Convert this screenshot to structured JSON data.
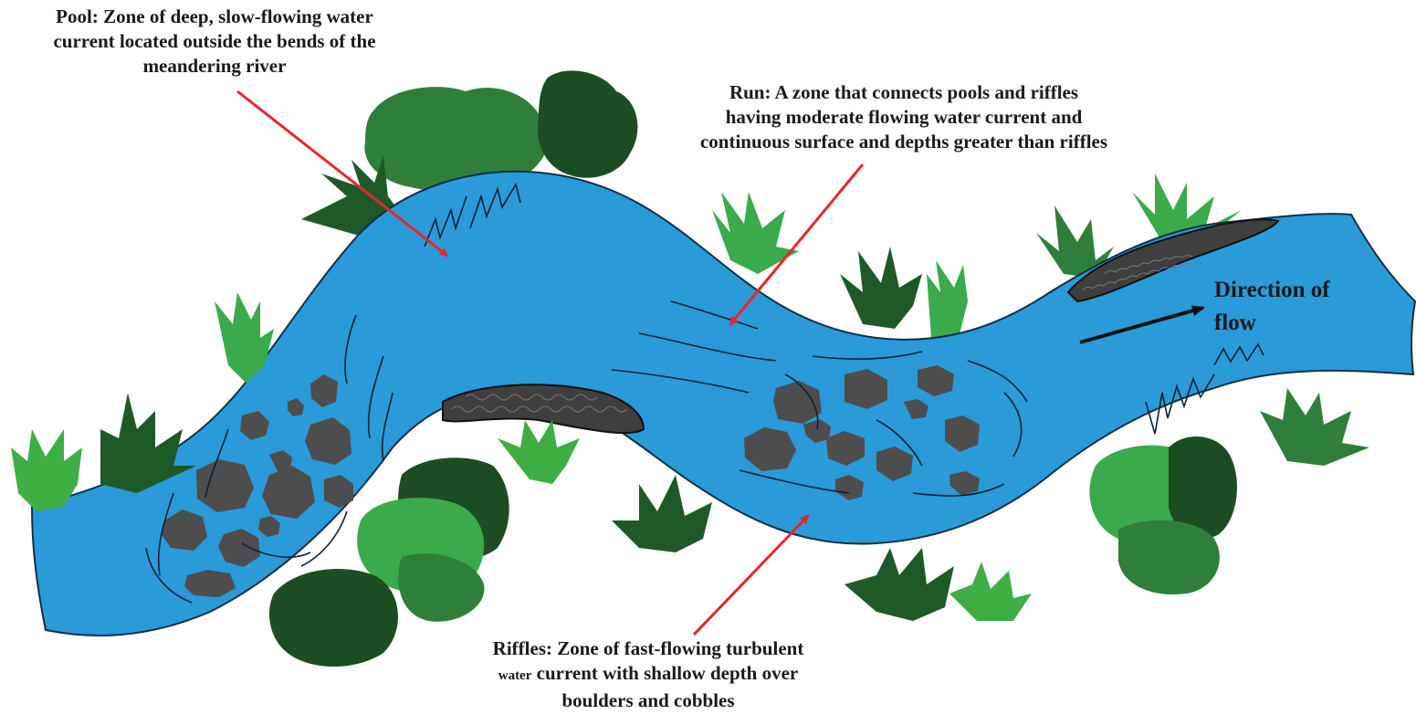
{
  "labels": {
    "pool": {
      "line1": "Pool:  Zone of deep,  slow-flowing water",
      "line2": "current located outside the bends of the",
      "line3": "meandering river"
    },
    "run": {
      "line1": "Run: A zone that connects pools and riffles",
      "line2": "having moderate flowing water current and",
      "line3": "continuous surface and depths greater than riffles"
    },
    "riffles": {
      "line1": "Riffles: Zone of fast-flowing turbulent",
      "line2_small": "water",
      "line2_rest": " current with shallow depth over",
      "line3": "boulders and cobbles"
    },
    "flow": {
      "line1": "Direction of",
      "line2": "flow"
    }
  },
  "colors": {
    "water": "#2a9ad8",
    "water_edge": "#10304a",
    "boulder": "#4d4d4d",
    "cobble": "#3f3f3f",
    "bush_dark": "#1d4d22",
    "bush_mid": "#2f7f3a",
    "bush_light": "#3aaa4a",
    "grass_light": "#3fae45",
    "pointer_arrow": "#e8262b",
    "flow_arrow": "#111111",
    "text": "#1a1a1a"
  }
}
